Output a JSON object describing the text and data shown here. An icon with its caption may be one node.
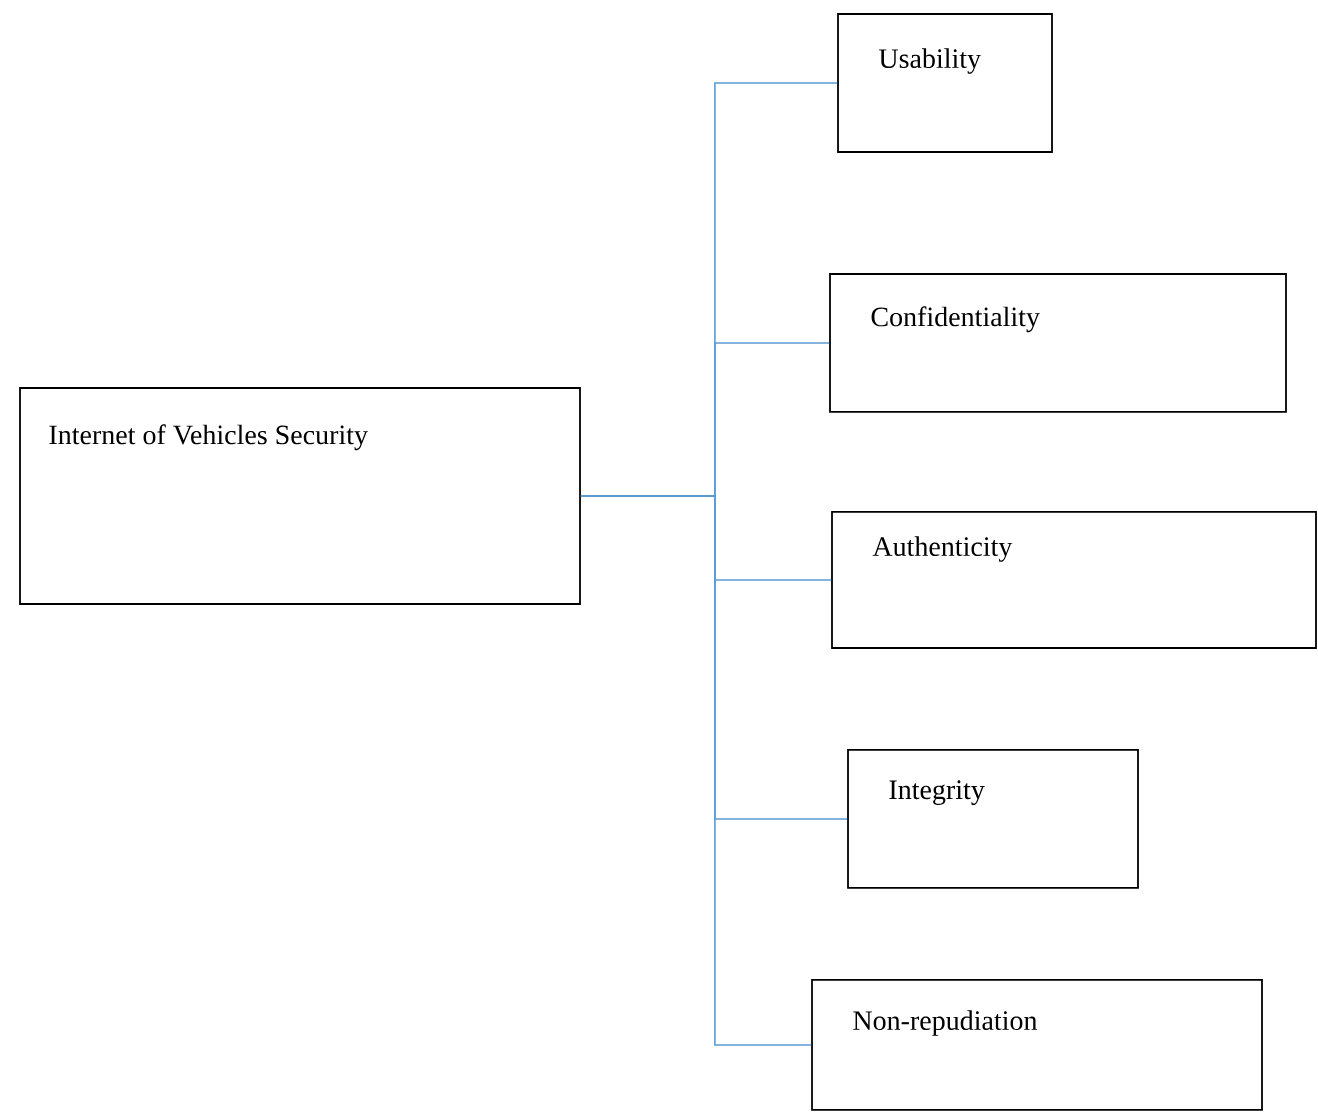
{
  "diagram": {
    "nodes": [
      {
        "text": [
          "Internet of Vehicles Security"
        ]
      },
      {
        "text": [
          "Usability"
        ]
      },
      {
        "text": [
          "Confidentiality"
        ]
      },
      {
        "text": [
          "Authenticity"
        ]
      },
      {
        "text": [
          "Integrity"
        ]
      },
      {
        "text": [
          "Non-repudiation"
        ]
      }
    ],
    "edges": [
      {
        "from": 0,
        "to": 1,
        "arrow": "none",
        "color": "#5b9bd5"
      },
      {
        "from": 0,
        "to": 2,
        "arrow": "none",
        "color": "#5b9bd5"
      },
      {
        "from": 0,
        "to": 3,
        "arrow": "none",
        "color": "#5b9bd5"
      },
      {
        "from": 0,
        "to": 4,
        "arrow": "none",
        "color": "#5b9bd5"
      },
      {
        "from": 0,
        "to": 5,
        "arrow": "none",
        "color": "#5b9bd5"
      }
    ]
  }
}
